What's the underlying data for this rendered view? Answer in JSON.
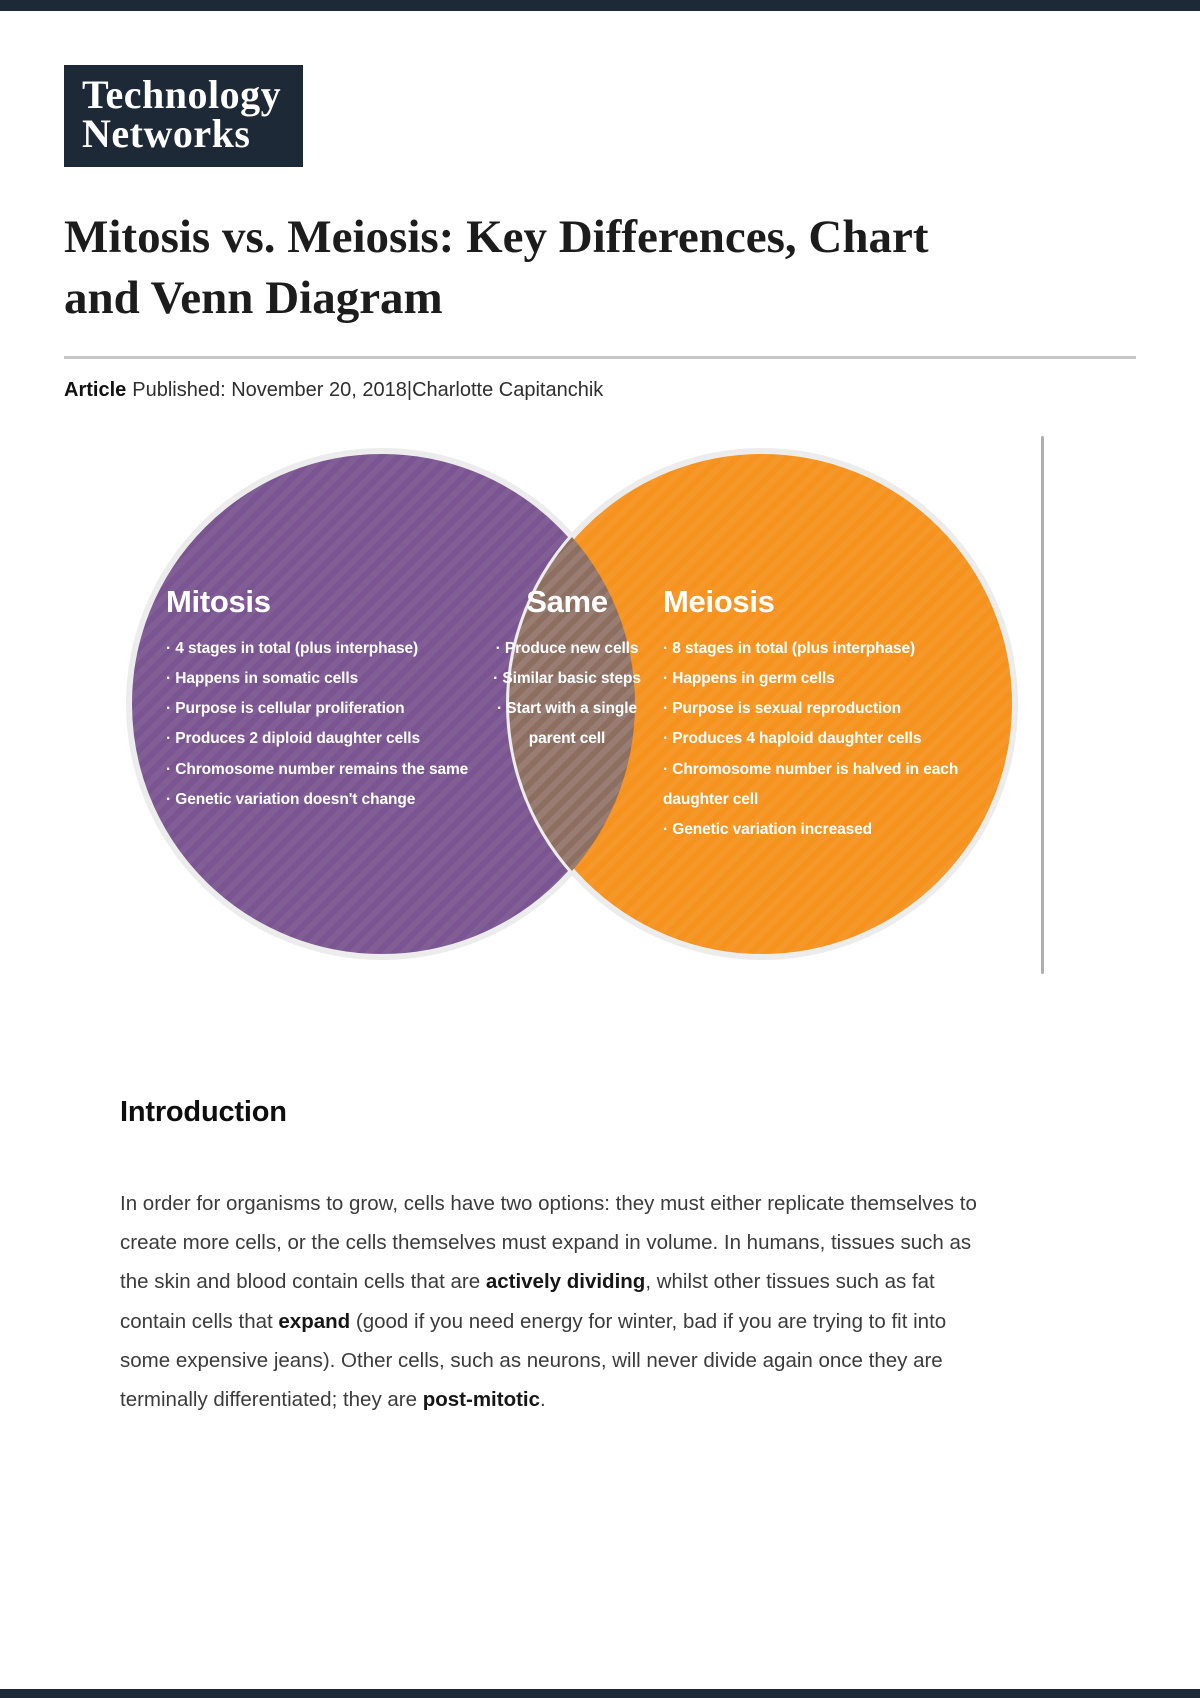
{
  "header": {
    "logo_line1": "Technology",
    "logo_line2": "Networks"
  },
  "article": {
    "title": "Mitosis vs. Meiosis: Key Differences, Chart and Venn Diagram",
    "meta_label": "Article",
    "meta_text": "Published: November 20, 2018|Charlotte Capitanchik"
  },
  "venn": {
    "colors": {
      "mitosis": "#7b5591",
      "meiosis": "#f6921e",
      "overlap": "#8d6f62",
      "ring": "#ececec"
    },
    "mitosis": {
      "title": "Mitosis",
      "items": [
        "4 stages in total (plus interphase)",
        "Happens in somatic cells",
        "Purpose is cellular proliferation",
        "Produces 2 diploid daughter cells",
        "Chromosome number remains the same",
        "Genetic variation doesn't change"
      ]
    },
    "same": {
      "title": "Same",
      "items": [
        "Produce new cells",
        "Similar basic steps",
        "Start with a single parent cell"
      ]
    },
    "meiosis": {
      "title": "Meiosis",
      "items": [
        "8 stages in total (plus interphase)",
        "Happens in germ cells",
        "Purpose is sexual reproduction",
        "Produces 4 haploid daughter cells",
        "Chromosome number is halved in each daughter cell",
        "Genetic variation increased"
      ]
    }
  },
  "body": {
    "intro_heading": "Introduction",
    "intro_paragraph": [
      {
        "text": "In order for organisms to grow, cells have two options: they must either replicate themselves to create more cells, or the cells themselves must expand in volume. In humans, tissues such as the skin and blood contain cells that are "
      },
      {
        "text": "actively dividing",
        "bold": true
      },
      {
        "text": ", whilst other tissues such as fat contain cells that "
      },
      {
        "text": "expand",
        "bold": true
      },
      {
        "text": " (good if you need energy for winter, bad if you are trying to fit into some expensive jeans). Other cells, such as neurons, will never divide again once they are terminally differentiated; they are "
      },
      {
        "text": "post-mitotic",
        "bold": true
      },
      {
        "text": "."
      }
    ]
  }
}
